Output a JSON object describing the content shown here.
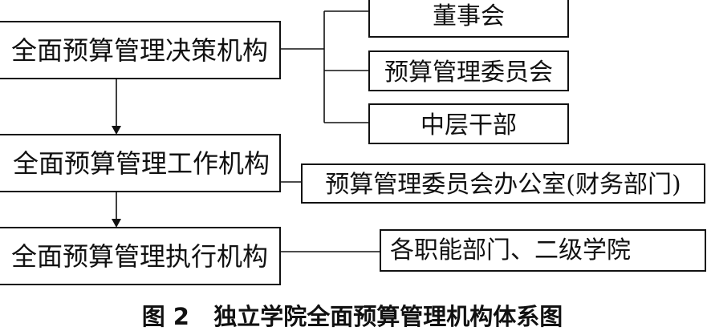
{
  "left_nodes": {
    "decision": "全面预算管理决策机构",
    "work": "全面预算管理工作机构",
    "execution": "全面预算管理执行机构"
  },
  "decision_members": {
    "board": "董事会",
    "committee": "预算管理委员会",
    "middle_cadres": "中层干部"
  },
  "work_member": "预算管理委员会办公室(财务部门)",
  "execution_member": "各职能部门、二级学院",
  "caption": "图 2   独立学院全面预算管理机构体系图"
}
